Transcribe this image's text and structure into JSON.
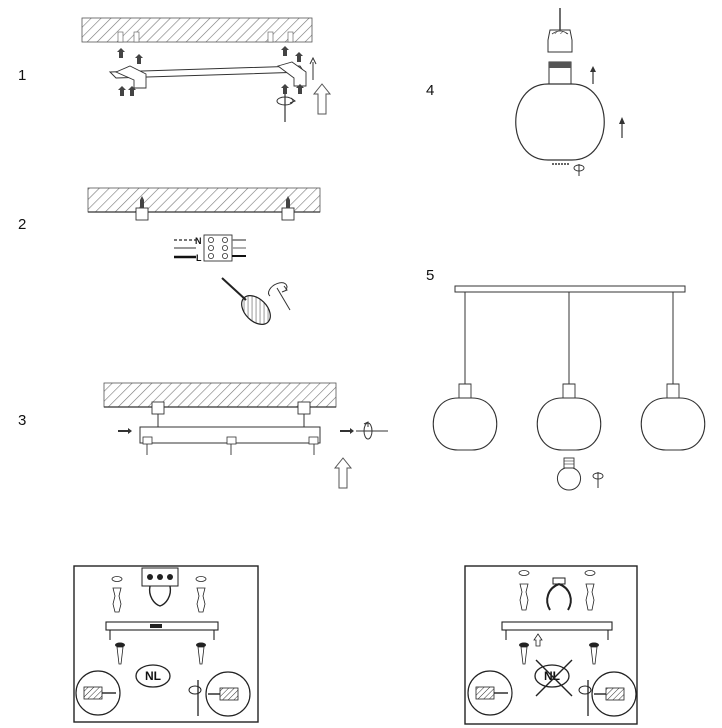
{
  "steps": {
    "s1": "1",
    "s2": "2",
    "s3": "3",
    "s4": "4",
    "s5": "5"
  },
  "wiring": {
    "neutral": "N",
    "live": "L"
  },
  "inset_left": {
    "badge": "NL"
  },
  "inset_right": {
    "badge": "NL"
  }
}
